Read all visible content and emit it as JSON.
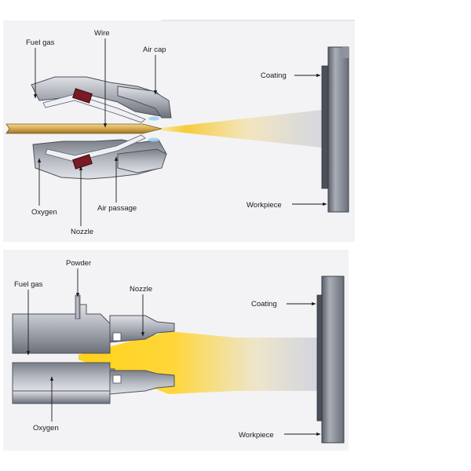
{
  "panels": {
    "wire": {
      "labels": {
        "fuel_gas": "Fuel gas",
        "wire": "Wire",
        "air_cap": "Air cap",
        "coating": "Coating",
        "oxygen": "Oxygen",
        "air_passage": "Air passage",
        "workpiece": "Workpiece",
        "nozzle": "Nozzle"
      }
    },
    "powder": {
      "labels": {
        "powder": "Powder",
        "fuel_gas": "Fuel gas",
        "nozzle": "Nozzle",
        "coating": "Coating",
        "oxygen": "Oxygen",
        "workpiece": "Workpiece"
      }
    }
  },
  "colors": {
    "panel_bg": "#f2f2f5",
    "metal_light": "#c9ccd4",
    "metal_mid": "#9a9ea8",
    "metal_dark": "#5e626c",
    "flame": "#f7cf2a",
    "wire_rod": "#d9b25a",
    "nozzle_core": "#7a1a24"
  }
}
